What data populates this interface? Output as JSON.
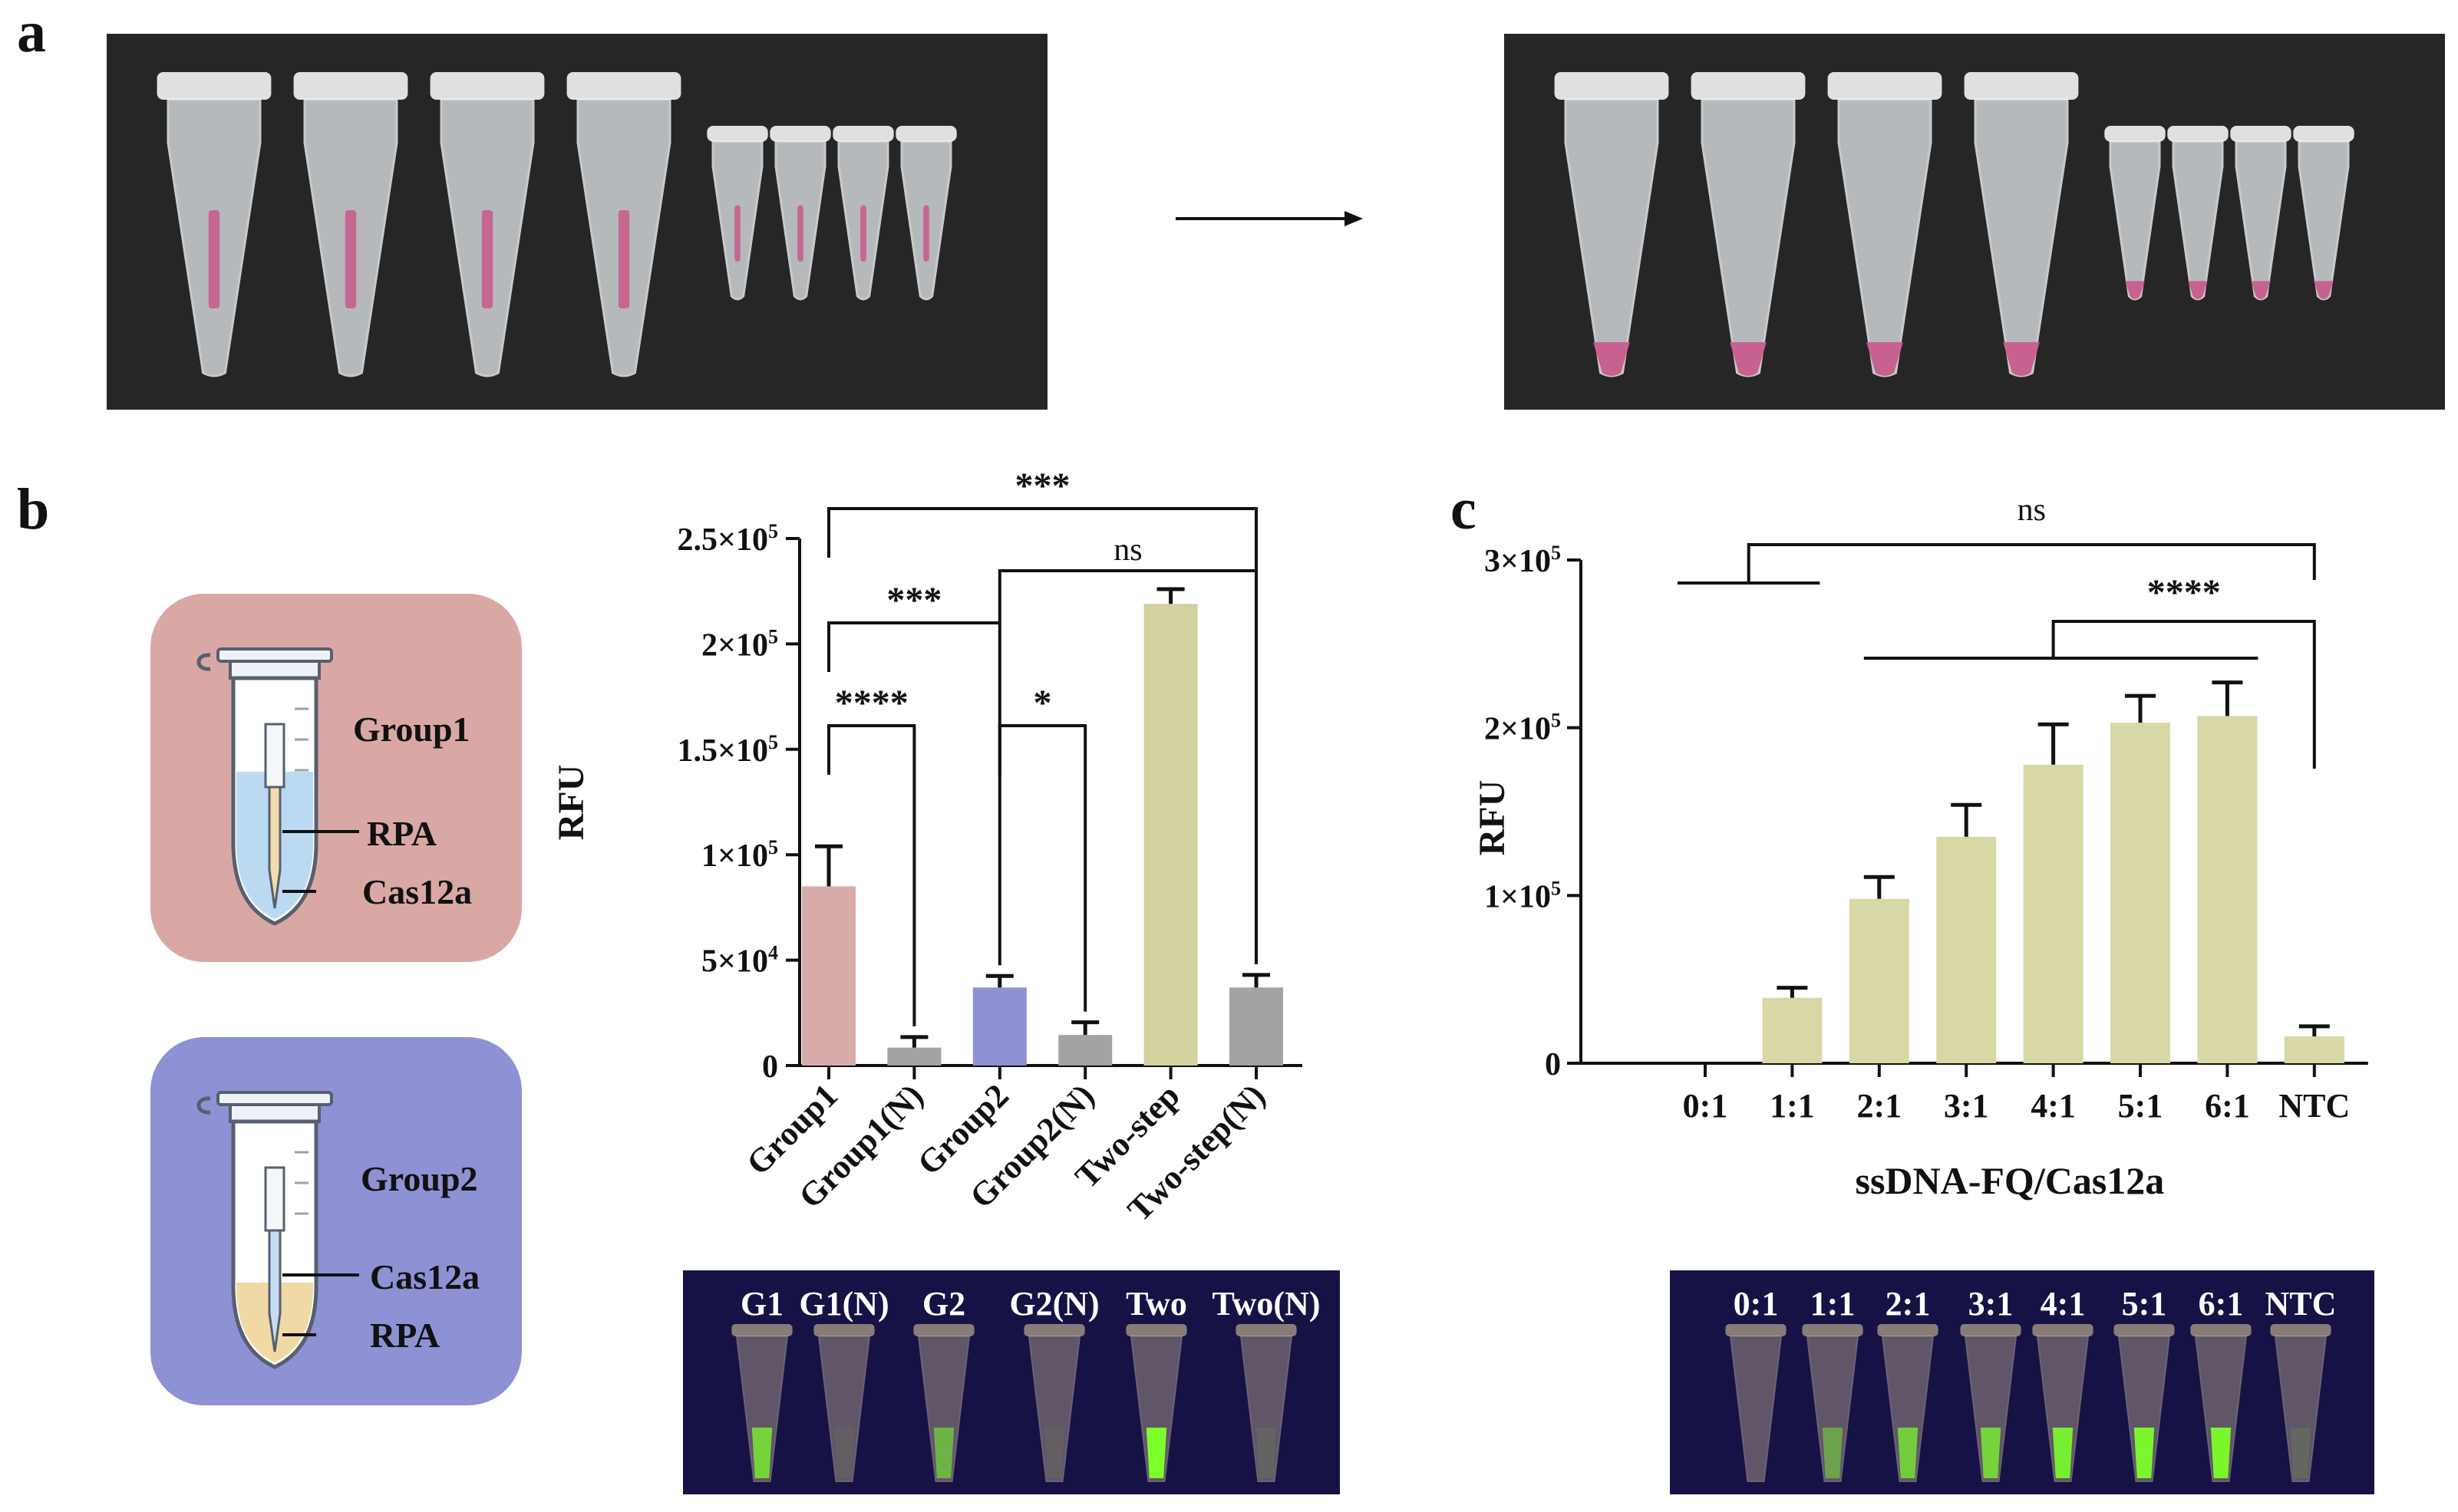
{
  "panels": {
    "a": {
      "letter": "a"
    },
    "b": {
      "letter": "b"
    },
    "c": {
      "letter": "c"
    }
  },
  "photos": {
    "left": {
      "caps": "large-small",
      "liquid": "upper"
    },
    "right": {
      "caps": "large-small",
      "liquid": "bottom"
    }
  },
  "schematic": {
    "group1": {
      "title": "Group1",
      "label_top": "RPA",
      "label_bottom": "Cas12a",
      "color": "#d9a8a5"
    },
    "group2": {
      "title": "Group2",
      "label_top": "Cas12a",
      "label_bottom": "RPA",
      "color": "#8e92d4"
    }
  },
  "gel_b": {
    "labels": [
      "G1",
      "G1(N)",
      "G2",
      "G2(N)",
      "Two",
      "Two(N)"
    ]
  },
  "gel_c": {
    "labels": [
      "0:1",
      "1:1",
      "2:1",
      "3:1",
      "4:1",
      "5:1",
      "6:1",
      "NTC"
    ]
  },
  "colors": {
    "group1": "#d7aba9",
    "group2": "#8e92d4",
    "two_step": "#d3d1a0",
    "negative": "#a3a3a6",
    "ratio": "#d8d8a6"
  },
  "chart_data": [
    {
      "type": "bar",
      "title": "",
      "xlabel": "",
      "ylabel": "RFU",
      "ylim": [
        0,
        250000
      ],
      "ytick_values": [
        0,
        50000,
        100000,
        150000,
        200000,
        250000
      ],
      "ytick_labels": [
        "0",
        "5×10",
        "1×10",
        "1.5×10",
        "2×10",
        "2.5×10"
      ],
      "ytick_exponents": [
        "",
        "4",
        "5",
        "5",
        "5",
        "5"
      ],
      "categories": [
        "Group1",
        "Group1(N)",
        "Group2",
        "Group2(N)",
        "Two-step",
        "Two-step(N)"
      ],
      "values": [
        85000,
        8500,
        37000,
        14500,
        219000,
        37000
      ],
      "errors": [
        19000,
        5000,
        5500,
        6000,
        7000,
        6000
      ],
      "bar_colors": [
        "#d7aba9",
        "#a3a3a6",
        "#8e92d4",
        "#a3a3a6",
        "#d3d1a0",
        "#a3a3a6"
      ],
      "significance": [
        {
          "from": 0,
          "to": 1,
          "label": "****"
        },
        {
          "from": 2,
          "to": 3,
          "label": "*"
        },
        {
          "from": 0,
          "to": 2,
          "label": "***"
        },
        {
          "from": 2,
          "to": 5,
          "label": "ns"
        },
        {
          "from": 0,
          "to": 5,
          "label": "***"
        }
      ],
      "grid": false,
      "legend": "none"
    },
    {
      "type": "bar",
      "title": "",
      "xlabel": "ssDNA-FQ/Cas12a",
      "ylabel": "RFU",
      "ylim": [
        0,
        300000
      ],
      "ytick_values": [
        0,
        100000,
        200000,
        300000
      ],
      "ytick_labels": [
        "0",
        "1×10",
        "2×10",
        "3×10"
      ],
      "ytick_exponents": [
        "",
        "5",
        "5",
        "5"
      ],
      "categories": [
        "0:1",
        "1:1",
        "2:1",
        "3:1",
        "4:1",
        "5:1",
        "6:1",
        "NTC"
      ],
      "values": [
        0,
        39000,
        98000,
        135000,
        178000,
        203000,
        207000,
        16000
      ],
      "errors": [
        0,
        6000,
        13000,
        19000,
        24000,
        16000,
        20000,
        6000
      ],
      "bar_color": "#d8d8a6",
      "significance": [
        {
          "label": "ns"
        },
        {
          "label": "****"
        }
      ],
      "grid": false,
      "legend": "none"
    }
  ]
}
